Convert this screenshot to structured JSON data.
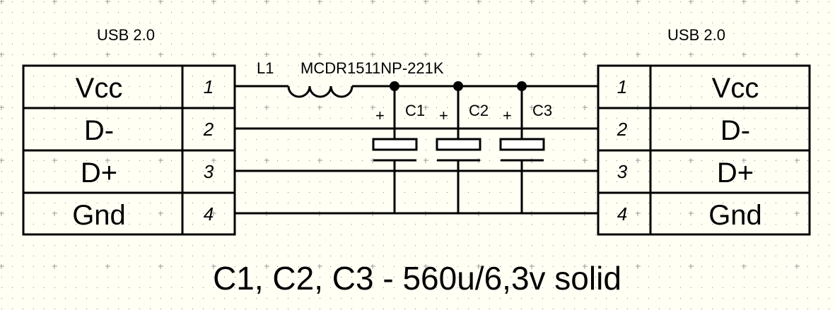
{
  "left_connector": {
    "title": "USB 2.0",
    "pins": [
      {
        "num": "1",
        "name": "Vcc"
      },
      {
        "num": "2",
        "name": "D-"
      },
      {
        "num": "3",
        "name": "D+"
      },
      {
        "num": "4",
        "name": "Gnd"
      }
    ]
  },
  "right_connector": {
    "title": "USB 2.0",
    "pins": [
      {
        "num": "1",
        "name": "Vcc"
      },
      {
        "num": "2",
        "name": "D-"
      },
      {
        "num": "3",
        "name": "D+"
      },
      {
        "num": "4",
        "name": "Gnd"
      }
    ]
  },
  "inductor": {
    "ref": "L1",
    "part": "MCDR1511NP-221K"
  },
  "capacitors": [
    {
      "ref": "C1",
      "polarity": "+"
    },
    {
      "ref": "C2",
      "polarity": "+"
    },
    {
      "ref": "C3",
      "polarity": "+"
    }
  ],
  "note": "C1, C2, C3 - 560u/6,3v solid"
}
